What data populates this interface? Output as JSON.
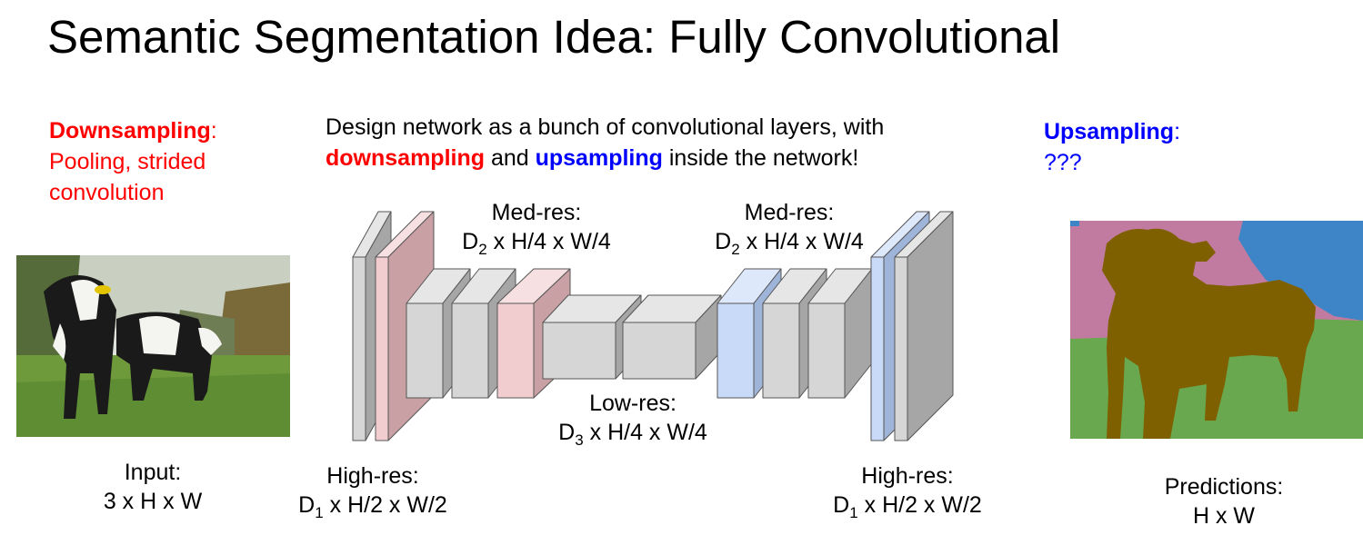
{
  "title": "Semantic Segmentation Idea: Fully Convolutional",
  "downsampling_note": {
    "heading": "Downsampling",
    "colon": ":",
    "line1": "Pooling, strided",
    "line2": "convolution"
  },
  "design_note": {
    "line1": "Design network as a bunch of convolutional layers, with",
    "word_down": "downsampling",
    "word_and": " and ",
    "word_up": "upsampling",
    "word_end": " inside the network!"
  },
  "upsampling_note": {
    "heading": "Upsampling",
    "colon": ":",
    "line1": "???"
  },
  "labels": {
    "input": {
      "line1": "Input:",
      "line2": "3 x H x W"
    },
    "high_res_left": {
      "line1": "High-res:",
      "d": "D",
      "sub": "1",
      "rest": " x H/2 x W/2"
    },
    "med_res_left": {
      "line1": "Med-res:",
      "d": "D",
      "sub": "2",
      "rest": " x H/4 x W/4"
    },
    "low_res": {
      "line1": "Low-res:",
      "d": "D",
      "sub": "3",
      "rest": " x H/4 x W/4"
    },
    "med_res_right": {
      "line1": "Med-res:",
      "d": "D",
      "sub": "2",
      "rest": " x H/4 x W/4"
    },
    "high_res_right": {
      "line1": "High-res:",
      "d": "D",
      "sub": "1",
      "rest": " x H/2 x W/2"
    },
    "predictions": {
      "line1": "Predictions:",
      "line2": "H x W"
    }
  },
  "colors": {
    "gray_face": "#d6d6d6",
    "gray_side": "#a6a6a6",
    "gray_top": "#e6e6e6",
    "pink_face": "#f2cdd0",
    "pink_side": "#c9a0a4",
    "pink_top": "#f7e0e2",
    "blue_face": "#c9daf8",
    "blue_side": "#9fb4d9",
    "blue_top": "#dde8fb",
    "seg_sky": "#3d85c6",
    "seg_tree": "#c27ba0",
    "seg_grass": "#6aa84f",
    "seg_cow": "#7f6000"
  }
}
